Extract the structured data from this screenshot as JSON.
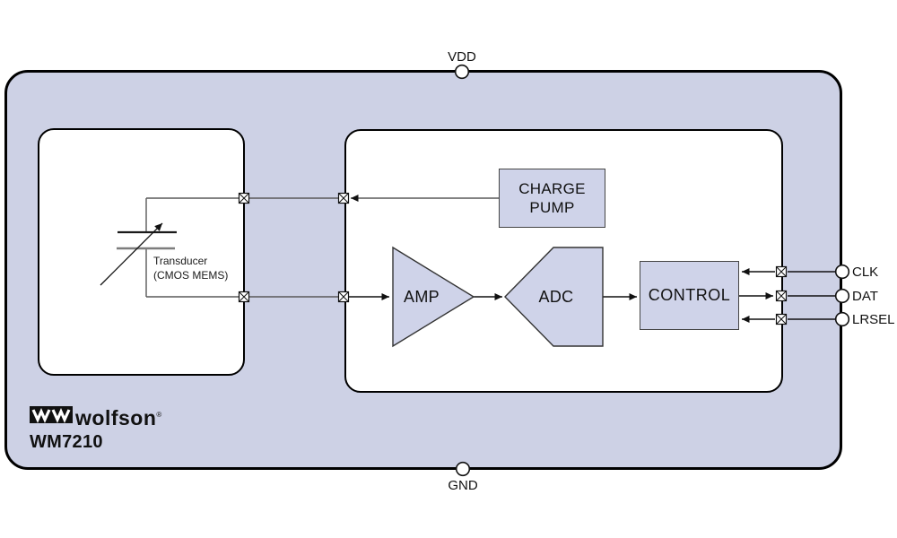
{
  "chip": {
    "part_number": "WM7210",
    "brand": "wolfson",
    "brand_reg": "®",
    "body_fill_color": "#cdd1e5",
    "block_fill_color": "#cfd3e9",
    "border_color": "#000000",
    "wire_gray_color": "#595959"
  },
  "pins": {
    "top": {
      "label": "VDD"
    },
    "bottom": {
      "label": "GND"
    },
    "right": [
      {
        "label": "CLK"
      },
      {
        "label": "DAT"
      },
      {
        "label": "LRSEL"
      }
    ]
  },
  "blocks": {
    "charge_pump": {
      "label": "CHARGE PUMP"
    },
    "amp": {
      "label": "AMP"
    },
    "adc": {
      "label": "ADC"
    },
    "control": {
      "label": "CONTROL"
    }
  },
  "transducer": {
    "line1": "Transducer",
    "line2": "(CMOS MEMS)"
  }
}
